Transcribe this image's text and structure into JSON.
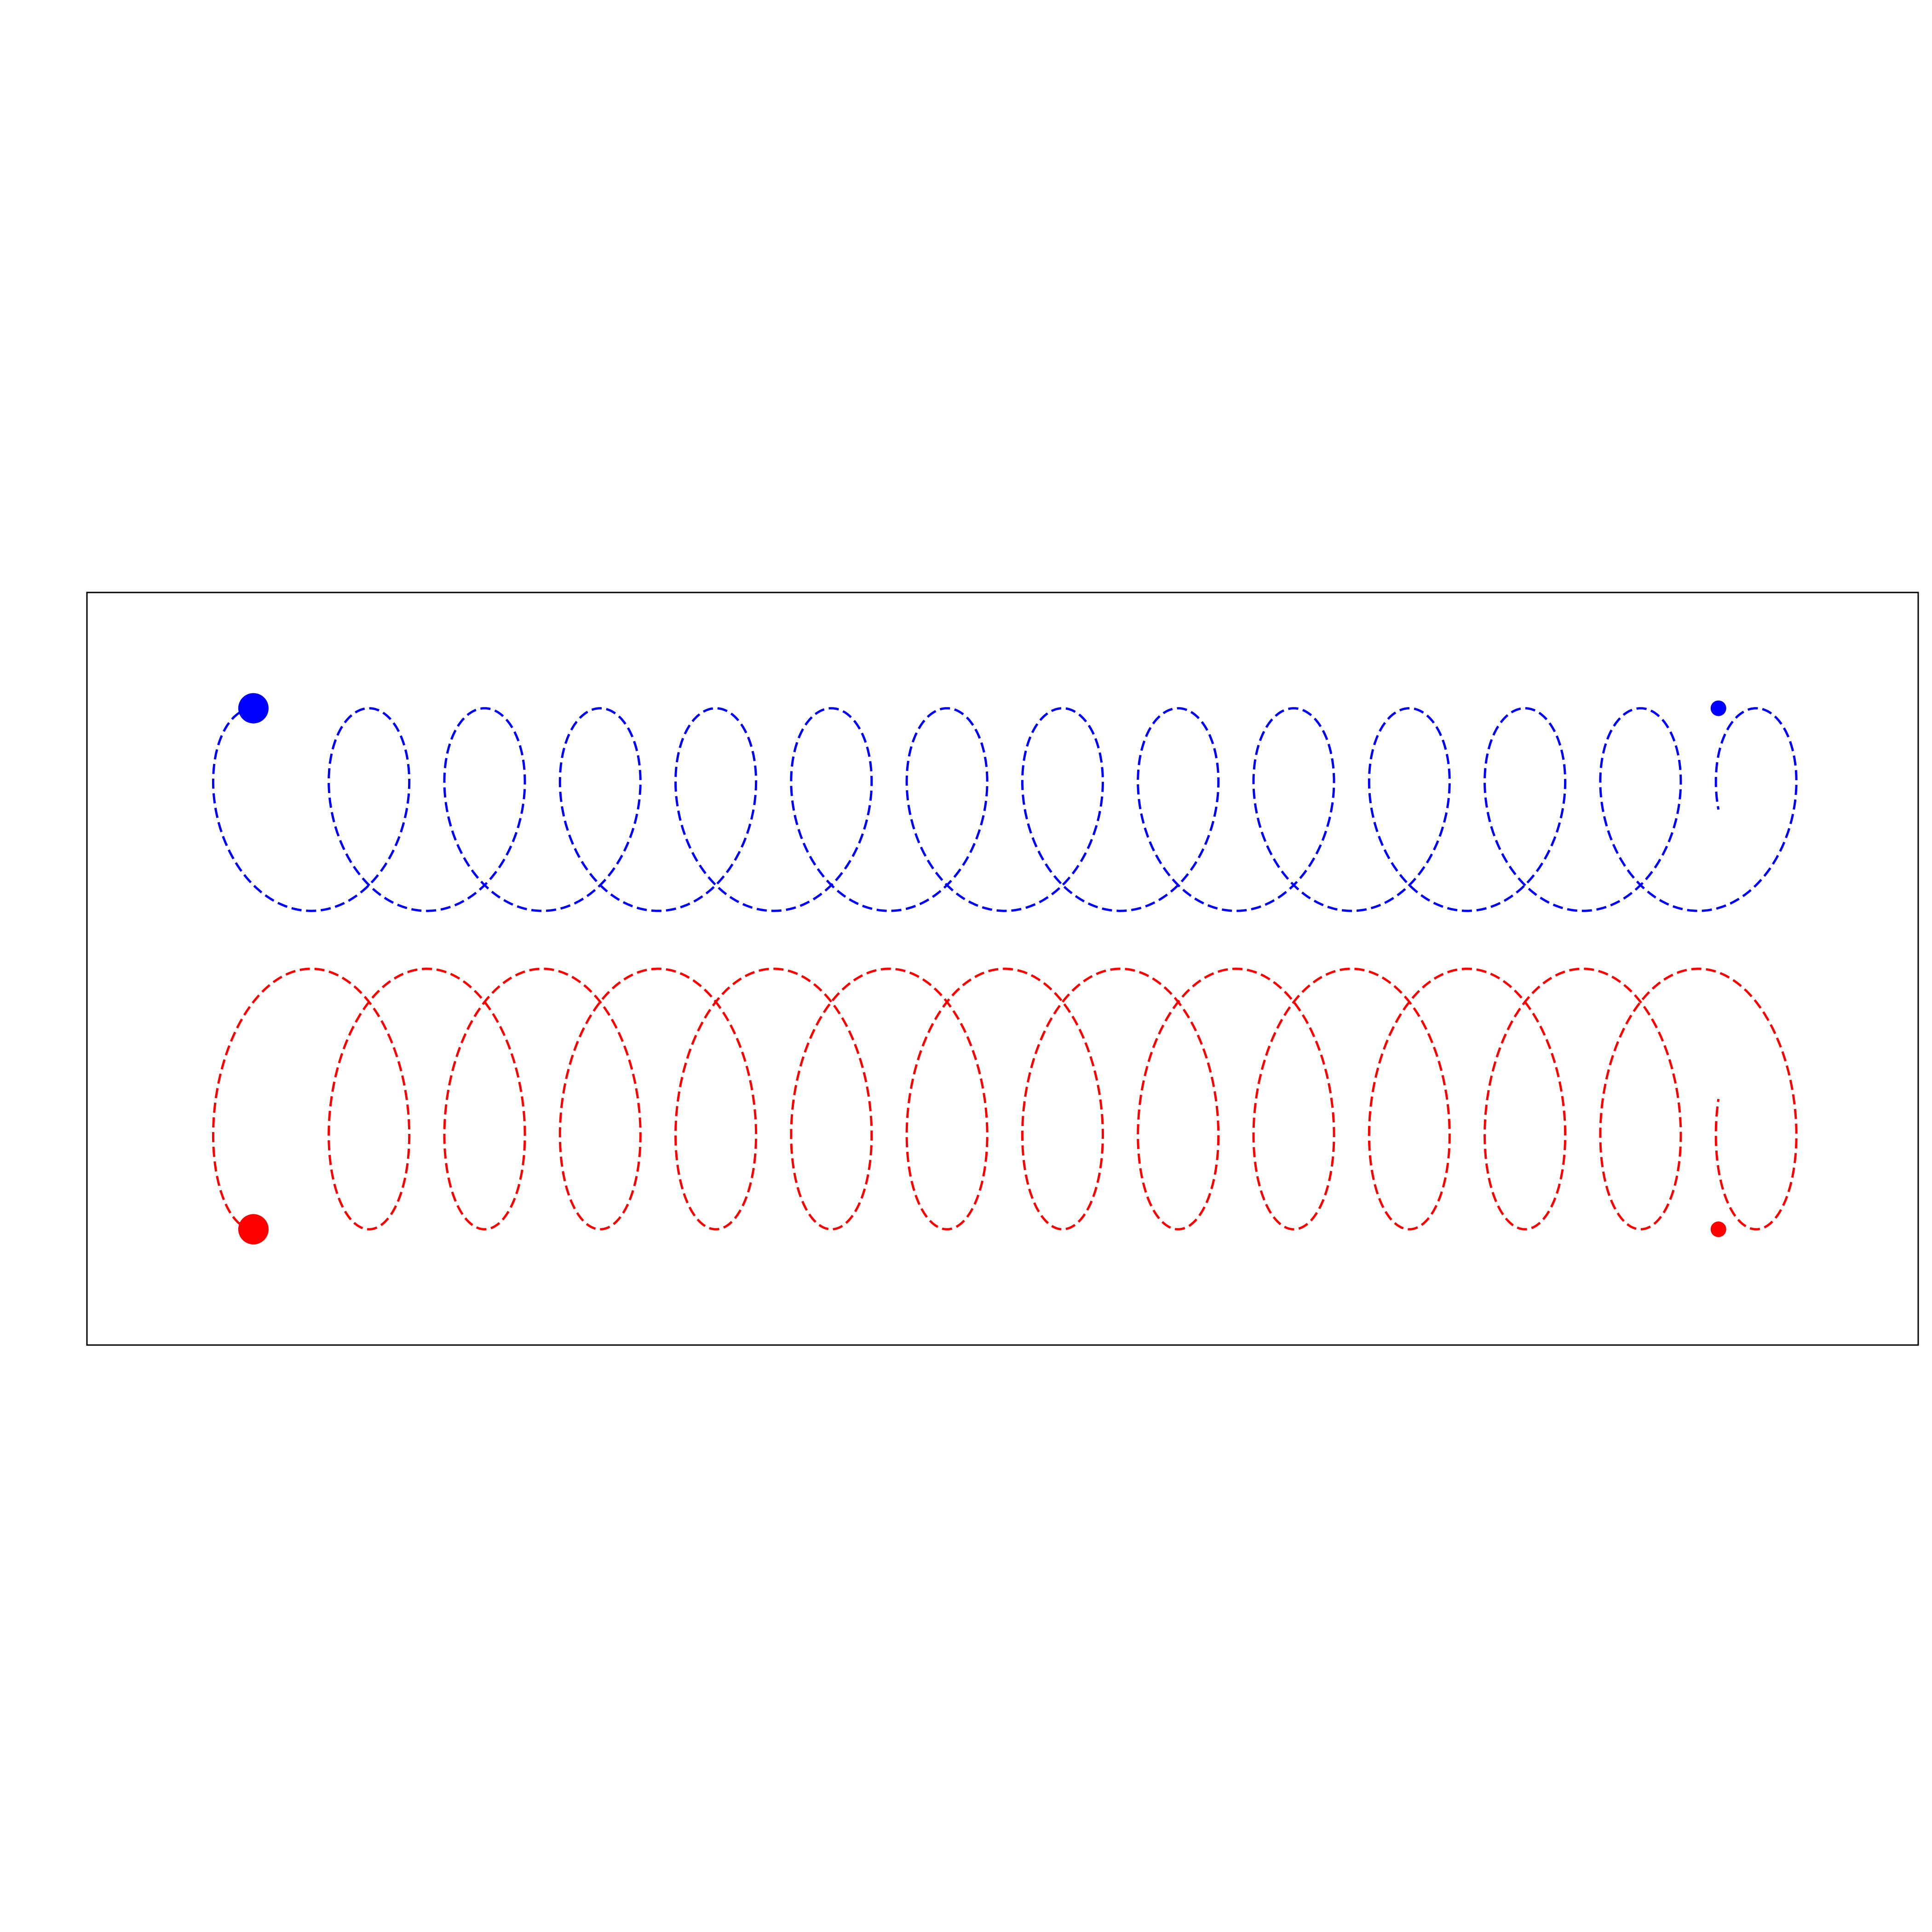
{
  "chart_data": {
    "type": "line",
    "title": "",
    "xlabel": "",
    "ylabel": "",
    "axes_visible": false,
    "grid": false,
    "legend": "none",
    "xlim": [
      -1.5,
      15.0
    ],
    "ylim": [
      -1.3,
      1.3
    ],
    "series": [
      {
        "color": "#0000ff",
        "linestyle": "dashed",
        "curve": "trochoid",
        "x_start": 0.0,
        "x_end": 13.2,
        "y_center": 0.55,
        "x_amplitude": 0.6,
        "y_amplitude": 0.35,
        "loops": 13.25,
        "start_phase": "top",
        "start_marker": {
          "x": 0.0,
          "y": 0.9,
          "size": "large"
        },
        "end_marker": {
          "x": 13.2,
          "y": 0.9,
          "size": "small"
        }
      },
      {
        "color": "#ff0000",
        "linestyle": "dashed",
        "curve": "trochoid",
        "x_start": 0.0,
        "x_end": 13.2,
        "y_center": -0.45,
        "x_amplitude": 0.6,
        "y_amplitude": 0.45,
        "loops": 13.25,
        "start_phase": "bottom",
        "start_marker": {
          "x": 0.0,
          "y": -0.9,
          "size": "large"
        },
        "end_marker": {
          "x": 13.2,
          "y": -0.9,
          "size": "small"
        }
      }
    ]
  }
}
